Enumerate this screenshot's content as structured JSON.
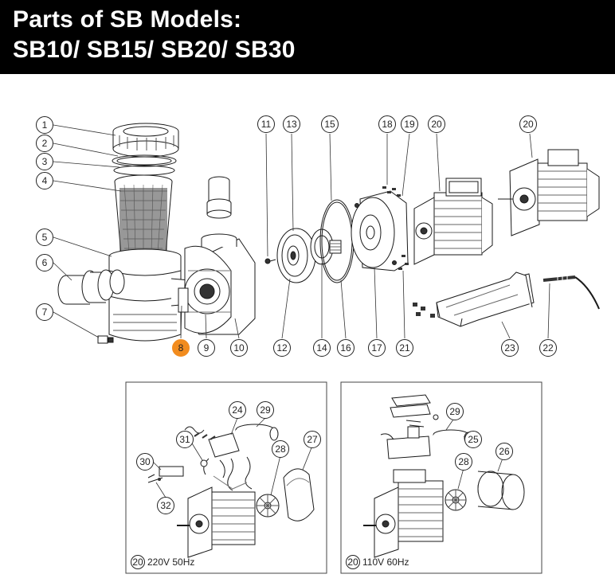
{
  "header": {
    "title_line1": "Parts of SB  Models:",
    "title_line2": "SB10/ SB15/ SB20/ SB30"
  },
  "colors": {
    "highlight": "#F28C1E",
    "header_bg": "#000000",
    "line": "#1a1a1a"
  },
  "callouts": [
    "1",
    "2",
    "3",
    "4",
    "5",
    "6",
    "7",
    "8",
    "9",
    "10",
    "11",
    "12",
    "13",
    "14",
    "15",
    "16",
    "17",
    "18",
    "19",
    "20",
    "21",
    "22",
    "23",
    "24",
    "25",
    "26",
    "27",
    "28",
    "29",
    "30",
    "31",
    "32"
  ],
  "highlighted_callout": "8",
  "panels": {
    "left": {
      "number": "20",
      "label": "220V 50Hz"
    },
    "right": {
      "number": "20",
      "label": "110V 60Hz"
    }
  }
}
